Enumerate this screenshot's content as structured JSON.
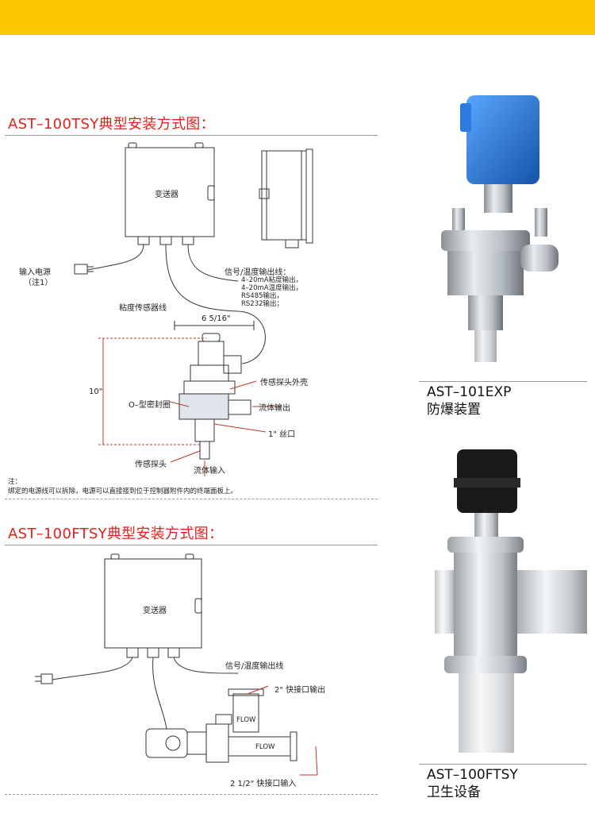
{
  "header_bar": {
    "color": "#fcc800"
  },
  "section1": {
    "title": "AST–100TSY典型安装方式图：",
    "labels": {
      "transmitter": "变送器",
      "power_input": "输入电源",
      "note1": "（注1）",
      "signal_output": "信号/温度输出线：",
      "output_1": "4–20mA粘度输出，",
      "output_2": "4–20mA温度输出，",
      "output_3": "RS485输出，",
      "output_4": "RS232输出；",
      "sensor_cable": "粘度传感器线",
      "dim_width": "6 5/16\"",
      "dim_height": "10\"",
      "probe_housing": "传感探头外壳",
      "o_ring": "O–型密封圈",
      "fluid_out": "流体输出",
      "thread": "1\" 丝口",
      "probe": "传感探头",
      "fluid_in": "流体输入"
    },
    "note_title": "注：",
    "note_text": "绑定的电源线可以拆除，电源可以直接接到位于控制器附件内的终端面板上。"
  },
  "section2": {
    "title": "AST–100FTSY典型安装方式图：",
    "labels": {
      "transmitter": "变送器",
      "signal_output": "信号/温度输出线",
      "outlet": "2\" 快接口输出",
      "flow1": "FLOW",
      "flow2": "FLOW",
      "inlet": "2 1/2\" 快接口输入"
    }
  },
  "photo1": {
    "caption_line1": "AST–101EXP",
    "caption_line2": "防爆装置",
    "housing_color": "#1f6fd0"
  },
  "photo2": {
    "caption_line1": "AST–100FTSY",
    "caption_line2": "卫生设备",
    "cap_color": "#1a1a1a"
  }
}
